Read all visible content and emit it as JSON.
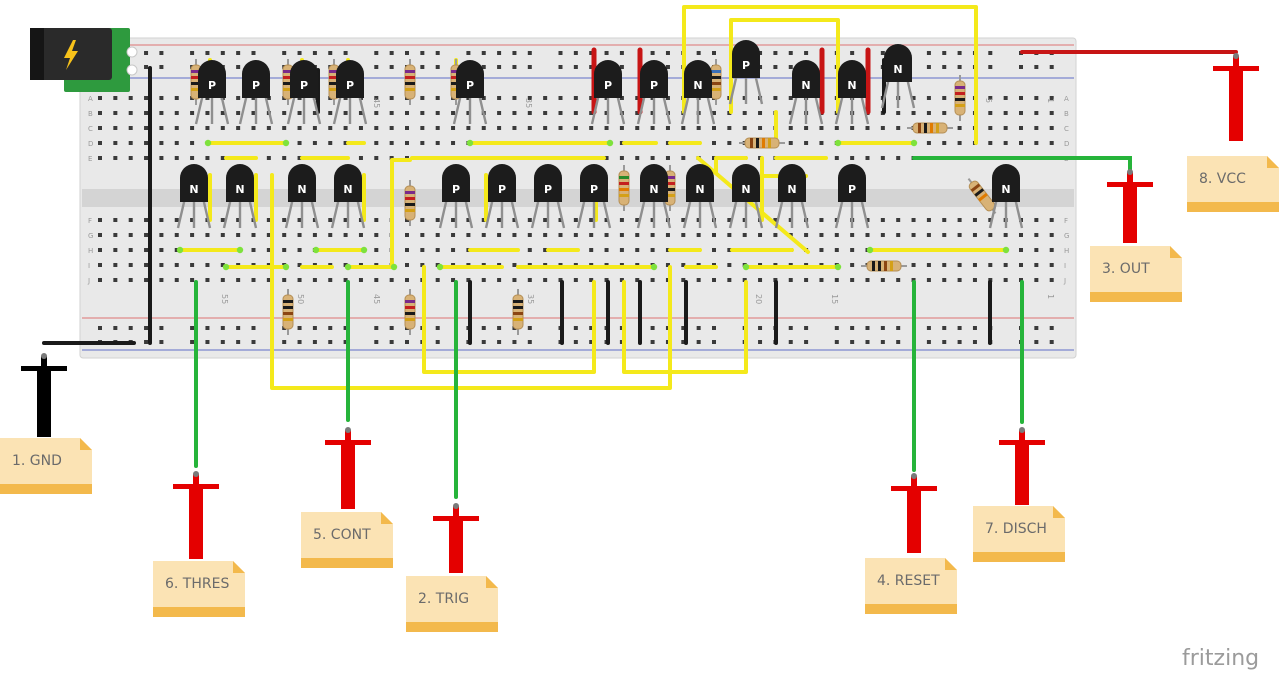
{
  "brand": "fritzing",
  "row_letters_top": [
    "A",
    "B",
    "C",
    "D",
    "E"
  ],
  "row_letters_bottom": [
    "F",
    "G",
    "H",
    "I",
    "J"
  ],
  "column_numbers_top": [
    "45",
    "35",
    "5",
    "1"
  ],
  "column_numbers_bottom": [
    "55",
    "50",
    "45",
    "35",
    "20",
    "15",
    "1"
  ],
  "pins": [
    {
      "label": "1. GND",
      "color": "#000000"
    },
    {
      "label": "2. TRIG",
      "color": "#e40000"
    },
    {
      "label": "3. OUT",
      "color": "#e40000"
    },
    {
      "label": "4. RESET",
      "color": "#e40000"
    },
    {
      "label": "5. CONT",
      "color": "#e40000"
    },
    {
      "label": "6. THRES",
      "color": "#e40000"
    },
    {
      "label": "7. DISCH",
      "color": "#e40000"
    },
    {
      "label": "8. VCC",
      "color": "#e40000"
    }
  ],
  "transistors_top": [
    "P",
    "P",
    "P",
    "P",
    "P",
    "P",
    "P",
    "N",
    "P",
    "N",
    "N",
    "N"
  ],
  "transistors_bottom": [
    "N",
    "N",
    "N",
    "N",
    "P",
    "P",
    "P",
    "P",
    "N",
    "N",
    "N",
    "N",
    "P",
    "N"
  ],
  "colors": {
    "board": "#e9e9e9",
    "wire_yellow": "#f4e91b",
    "wire_green": "#26b43a",
    "wire_red": "#c71515",
    "wire_black": "#1a1a1a",
    "note": "#fbe3b4",
    "note_fold": "#f3b94c",
    "probe": "#e40000"
  }
}
